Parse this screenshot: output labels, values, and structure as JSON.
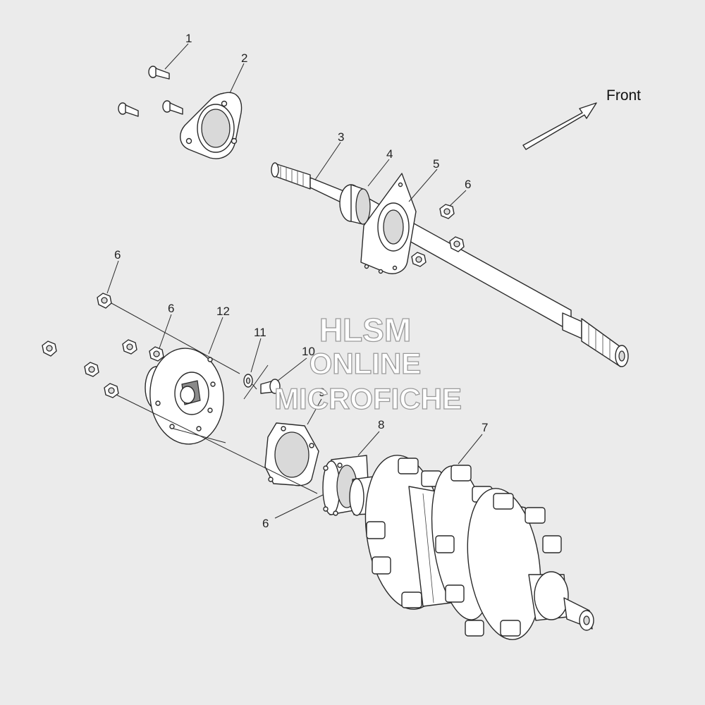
{
  "diagram": {
    "direction_label": "Front",
    "watermark": {
      "line1": "HLSM",
      "line2": "ONLINE",
      "line3": "MICROFICHE"
    },
    "callouts": [
      {
        "id": "c1",
        "text": "1"
      },
      {
        "id": "c2",
        "text": "2"
      },
      {
        "id": "c3",
        "text": "3"
      },
      {
        "id": "c4",
        "text": "4"
      },
      {
        "id": "c5",
        "text": "5"
      },
      {
        "id": "c6a",
        "text": "6"
      },
      {
        "id": "c6b",
        "text": "6"
      },
      {
        "id": "c6c",
        "text": "6"
      },
      {
        "id": "c6d",
        "text": "6"
      },
      {
        "id": "c7",
        "text": "7"
      },
      {
        "id": "c8",
        "text": "8"
      },
      {
        "id": "c9",
        "text": "9"
      },
      {
        "id": "c10",
        "text": "10"
      },
      {
        "id": "c11",
        "text": "11"
      },
      {
        "id": "c12",
        "text": "12"
      }
    ],
    "colors": {
      "background": "#ebebeb",
      "line": "#2a2a2a",
      "part_fill": "#ffffff"
    }
  }
}
